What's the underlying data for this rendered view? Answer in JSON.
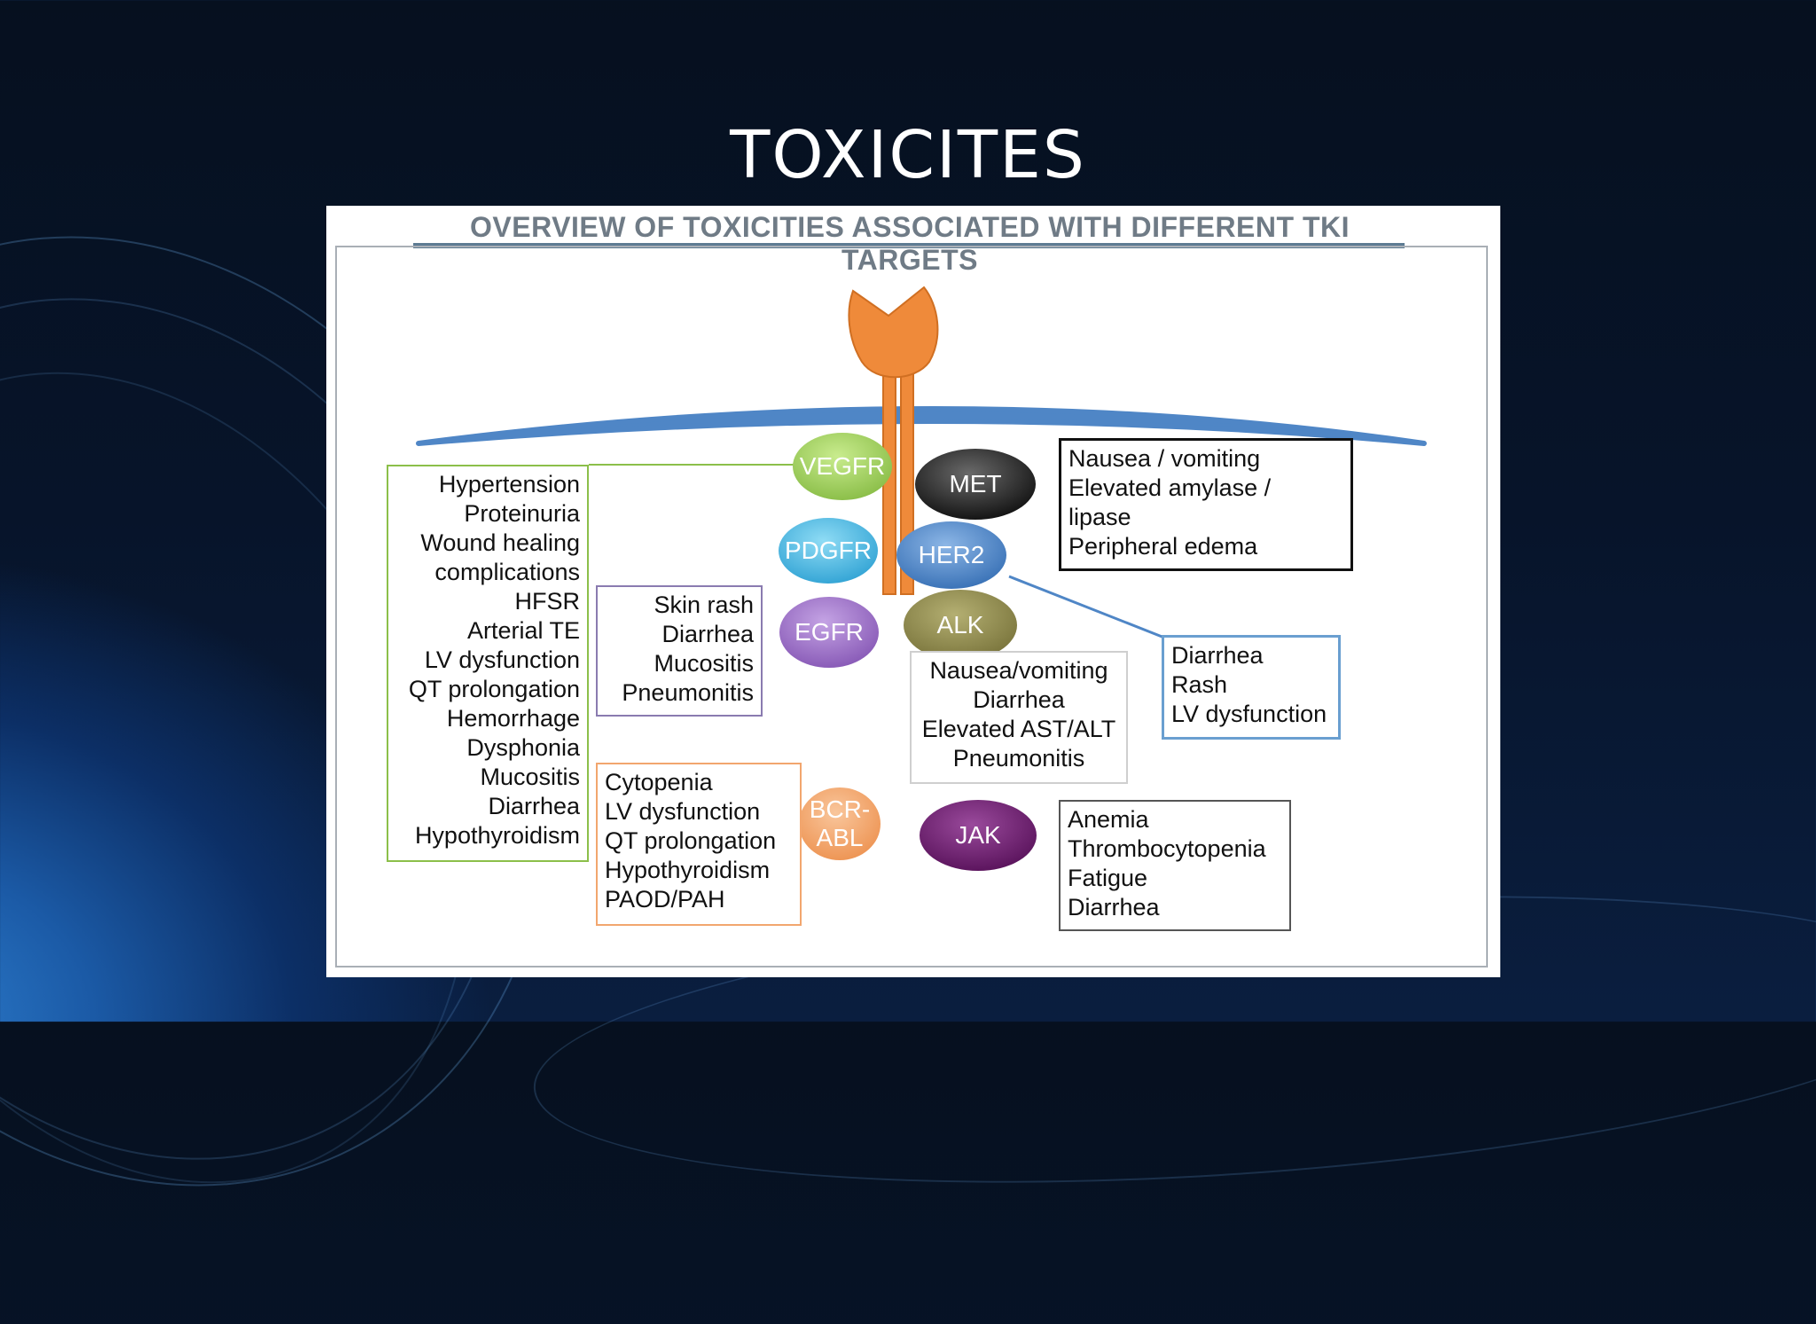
{
  "slide_title": "TOXICITES",
  "figure_title": "OVERVIEW OF TOXICITIES ASSOCIATED WITH DIFFERENT TKI TARGETS",
  "targets": {
    "vegfr": "VEGFR",
    "met": "MET",
    "pdgfr": "PDGFR",
    "her2": "HER2",
    "egfr": "EGFR",
    "alk": "ALK",
    "bcr_abl_1": "BCR-",
    "bcr_abl_2": "ABL",
    "jak": "JAK"
  },
  "toxicities": {
    "vegfr": [
      "Hypertension",
      "Proteinuria",
      "Wound healing",
      "complications",
      "HFSR",
      "Arterial TE",
      "LV dysfunction",
      "QT prolongation",
      "Hemorrhage",
      "Dysphonia",
      "Mucositis",
      "Diarrhea",
      "Hypothyroidism"
    ],
    "met": [
      "Nausea / vomiting",
      "Elevated amylase /",
      "lipase",
      "Peripheral edema"
    ],
    "egfr": [
      "Skin rash",
      "Diarrhea",
      "Mucositis",
      "Pneumonitis"
    ],
    "alk": [
      "Nausea/vomiting",
      "Diarrhea",
      "Elevated AST/ALT",
      "Pneumonitis"
    ],
    "her2": [
      "Diarrhea",
      "Rash",
      "LV dysfunction"
    ],
    "bcr_abl": [
      "Cytopenia",
      "LV dysfunction",
      "QT prolongation",
      "Hypothyroidism",
      "PAOD/PAH"
    ],
    "jak": [
      "Anemia",
      "Thrombocytopenia",
      "Fatigue",
      "Diarrhea"
    ]
  },
  "colors": {
    "vegfr": "#9ccc5a",
    "met": "#2b2b2b",
    "pdgfr": "#4db8e0",
    "her2": "#4f86c6",
    "egfr": "#9b6fc4",
    "alk": "#8f8a4e",
    "bcr_abl": "#f2a66e",
    "jak": "#6b1e6e",
    "receptor": "#ef8a3a",
    "membrane": "#4f86c6"
  }
}
